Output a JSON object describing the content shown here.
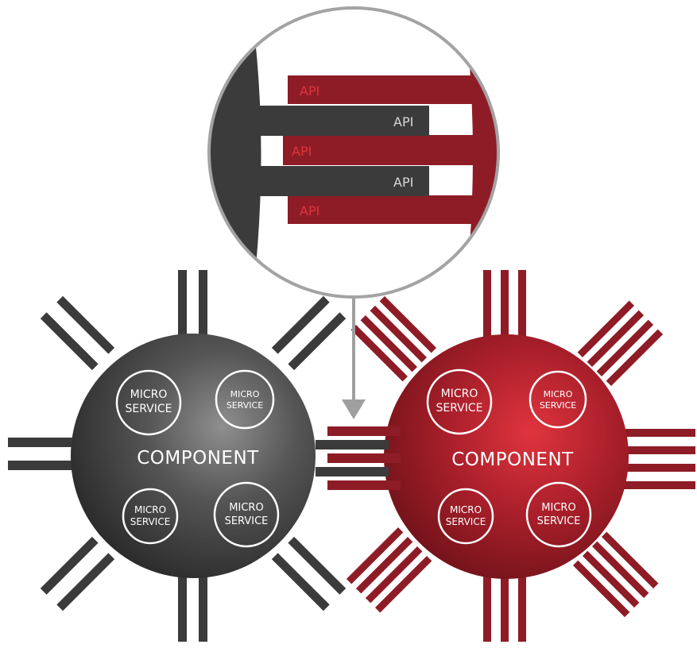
{
  "diagram": {
    "components": [
      {
        "label": "COMPONENT",
        "microservices": [
          {
            "line1": "MICRO",
            "line2": "SERVICE"
          },
          {
            "line1": "MICRO",
            "line2": "SERVICE"
          },
          {
            "line1": "MICRO",
            "line2": "SERVICE"
          },
          {
            "line1": "MICRO",
            "line2": "SERVICE"
          }
        ]
      },
      {
        "label": "COMPONENT",
        "microservices": [
          {
            "line1": "MICRO",
            "line2": "SERVICE"
          },
          {
            "line1": "MICRO",
            "line2": "SERVICE"
          },
          {
            "line1": "MICRO",
            "line2": "SERVICE"
          },
          {
            "line1": "MICRO",
            "line2": "SERVICE"
          }
        ]
      }
    ],
    "zoom_apis": [
      "API",
      "API",
      "API",
      "API",
      "API"
    ],
    "colors": {
      "dark": "#3b3b3b",
      "red": "#8e1c26",
      "red_highlight": "#e0343e",
      "ring_gray": "#a3a3a3"
    }
  }
}
